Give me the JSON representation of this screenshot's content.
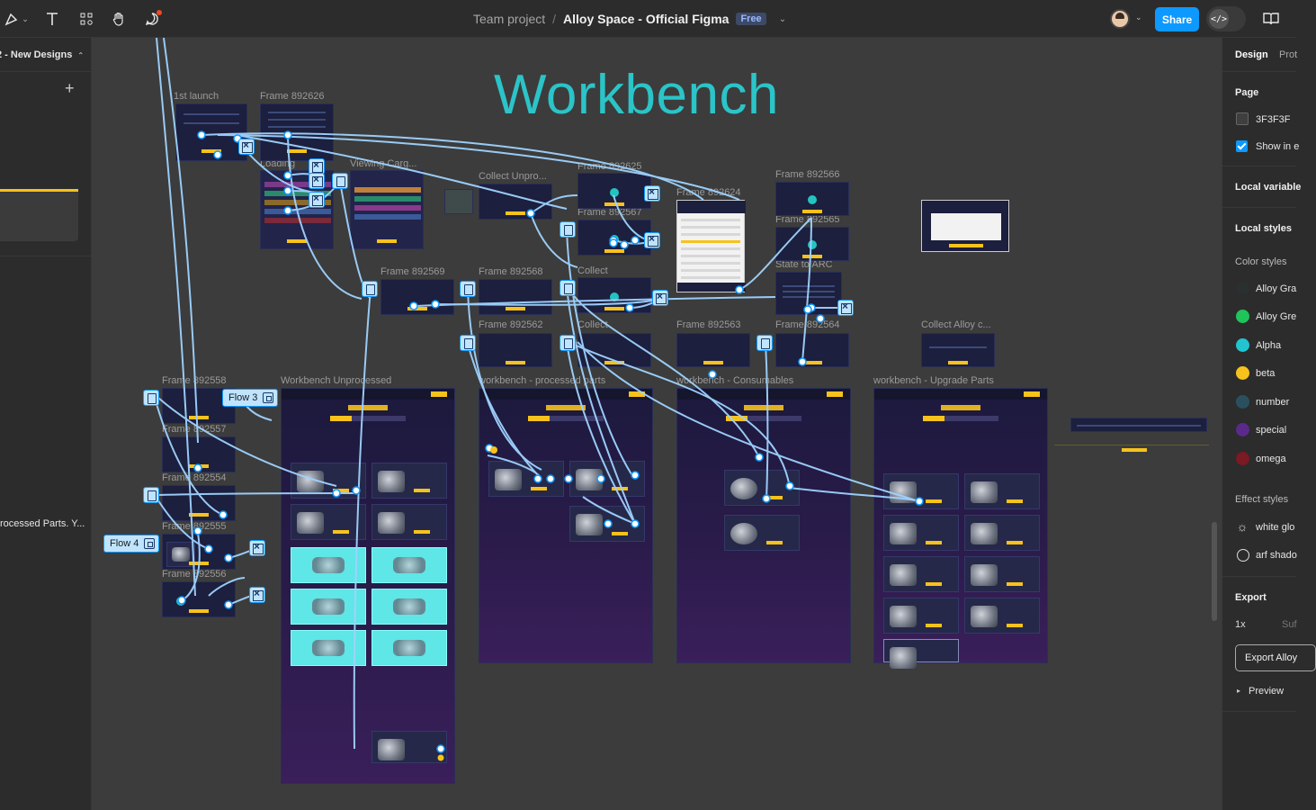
{
  "toolbar": {
    "team": "Team project",
    "separator": "/",
    "file_name": "Alloy Space - Official Figma",
    "plan_badge": "Free",
    "share_label": "Share",
    "tools": [
      "move-tool",
      "text-tool",
      "component-tool",
      "hand-tool",
      "comment-tool"
    ]
  },
  "left_panel": {
    "page_name": "2 - New Designs",
    "layer_truncated": "rocessed Parts. Y..."
  },
  "canvas": {
    "title": "Workbench",
    "frame_labels": [
      "1st launch",
      "Frame 892626",
      "Loading",
      "Viewing Carg...",
      "Collect Unpro...",
      "Frame 892625",
      "Frame 892624",
      "Frame 892567",
      "Frame 892566",
      "Frame 892565",
      "Frame 892569",
      "Frame 892568",
      "Collect",
      "State to ARC",
      "Frame 892562",
      "Collect",
      "Frame 892563",
      "Frame 892564",
      "Collect Alloy c...",
      "Frame 892558",
      "Workbench Unprocessed",
      "workbench - processed parts",
      "workbench -  Consumables",
      "workbench -  Upgrade Parts",
      "Frame 892557",
      "Frame 892554",
      "Frame 892555",
      "Frame 892556"
    ],
    "flows": [
      "Flow 3",
      "Flow 4"
    ]
  },
  "right_panel": {
    "tab_design": "Design",
    "tab_prototype": "Prot",
    "page_section": "Page",
    "page_color": "3F3F3F",
    "show_in_exports": "Show in e",
    "local_variables": "Local variable",
    "local_styles": "Local styles",
    "color_styles_label": "Color styles",
    "color_styles": [
      {
        "name": "Alloy Gra",
        "color": "#2a2f2f"
      },
      {
        "name": "Alloy Gre",
        "color": "#1fc45a"
      },
      {
        "name": "Alpha",
        "color": "#22c4d0"
      },
      {
        "name": "beta",
        "color": "#f7c21c"
      },
      {
        "name": "number",
        "color": "#2a5060"
      },
      {
        "name": "special",
        "color": "#5a2a8a"
      },
      {
        "name": "omega",
        "color": "#7a1a22"
      }
    ],
    "effect_styles_label": "Effect styles",
    "effect_styles": [
      "white glo",
      "arf shado"
    ],
    "export_label": "Export",
    "export_scale": "1x",
    "export_suffix": "Suf",
    "export_button": "Export Alloy",
    "preview_label": "Preview"
  }
}
